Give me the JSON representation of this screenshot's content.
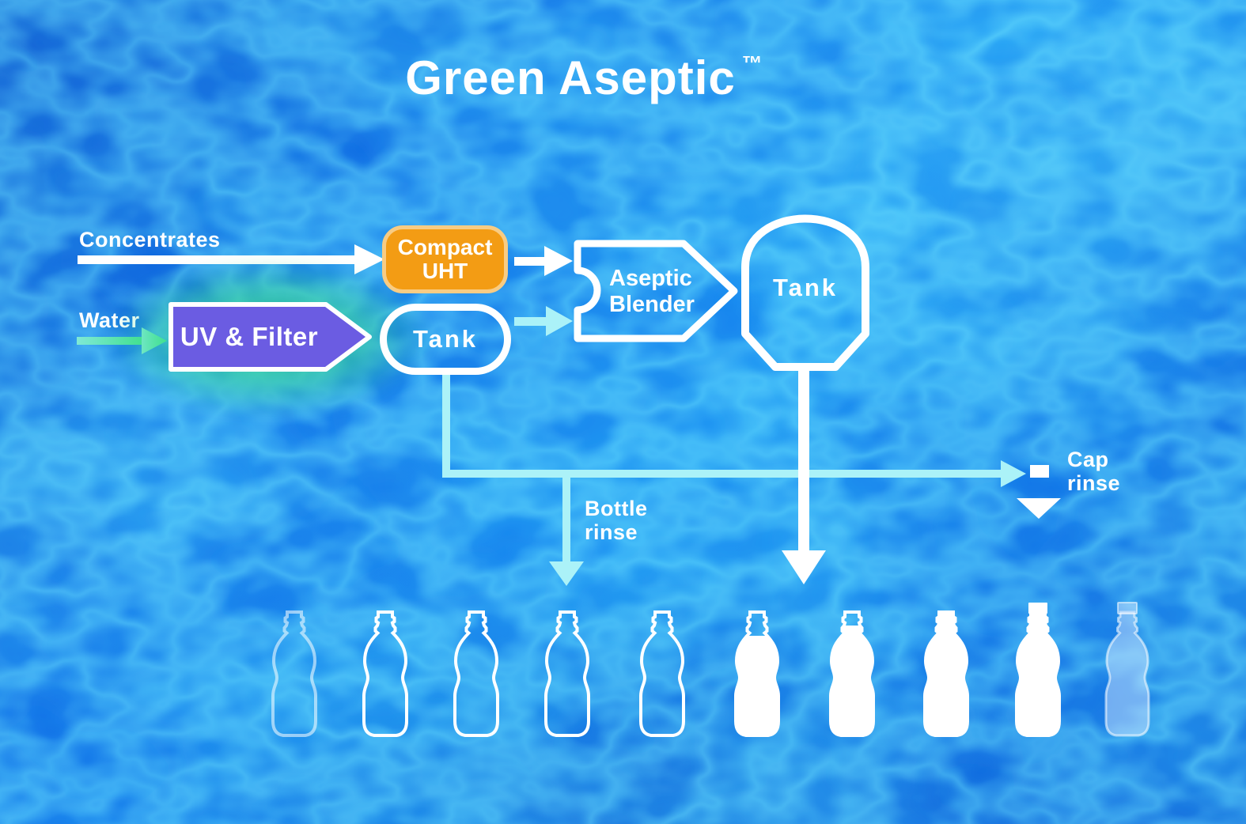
{
  "title": {
    "text": "Green Aseptic",
    "trademark": "™"
  },
  "labels": {
    "concentrates": "Concentrates",
    "water": "Water"
  },
  "nodes": {
    "compact_uht": {
      "line1": "Compact",
      "line2": "UHT"
    },
    "uv_filter": {
      "label": "UV & Filter"
    },
    "small_tank": {
      "label": "Tank"
    },
    "aseptic_blender": {
      "line1": "Aseptic",
      "line2": "Blender"
    },
    "big_tank": {
      "label": "Tank"
    }
  },
  "outputs": {
    "bottle_rinse": {
      "line1": "Bottle",
      "line2": "rinse"
    },
    "cap_rinse": {
      "line1": "Cap",
      "line2": "rinse"
    }
  },
  "colors": {
    "background_blue": "#0d6be2",
    "caustic_cyan": "#45c2f7",
    "uht_fill": "#f39c14",
    "uht_border": "#f8cc84",
    "uv_fill": "#6b5ce2",
    "uv_glow_green": "#3ee08d",
    "outline_white": "#ffffff",
    "pipe_cyan": "#abf2f8",
    "water_arrow_start": "#7fe9d5",
    "water_arrow_end": "#44e193"
  },
  "bottles": [
    {
      "state": "empty",
      "opacity": 0.55
    },
    {
      "state": "empty",
      "opacity": 1
    },
    {
      "state": "empty",
      "opacity": 1
    },
    {
      "state": "empty",
      "opacity": 1
    },
    {
      "state": "empty",
      "opacity": 1
    },
    {
      "state": "filling",
      "fill_level": 44
    },
    {
      "state": "filling",
      "fill_level": 31
    },
    {
      "state": "filled"
    },
    {
      "state": "capped"
    },
    {
      "state": "finished-ghost"
    }
  ]
}
